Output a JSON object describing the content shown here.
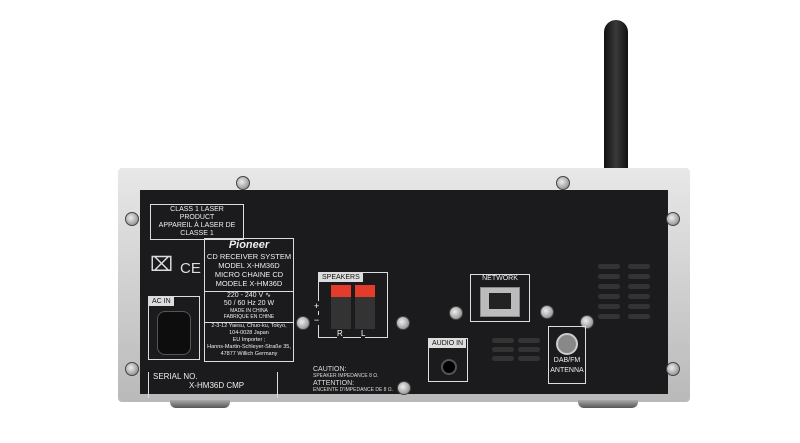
{
  "laser": {
    "line1": "CLASS 1 LASER PRODUCT",
    "line2": "APPAREIL À LASER DE CLASSE 1"
  },
  "brand": "Pioneer",
  "model": {
    "l1": "CD RECEIVER SYSTEM",
    "l2": "MODEL  X-HM36D",
    "l3": "MICRO CHAINE CD",
    "l4": "MODELE  X-HM36D"
  },
  "power": {
    "voltage": "220 - 240 V ∿",
    "freq": "50 / 60 Hz  20 W",
    "made1": "MADE IN CHINA",
    "made2": "FABRIQUE EN CHINE"
  },
  "address": {
    "a1": "2-3-12 Yaesu, Chuo-ku, Tokyo,",
    "a2": "104-0028 Japan",
    "a3": "EU Importer ;",
    "a4": "Hanns-Martin-Schleyer-Straße 35,",
    "a5": "47877 Willich Germany"
  },
  "ce": "CE",
  "ac_in": "AC IN",
  "serial": {
    "label": "SERIAL NO.",
    "value": "X-HM36D CMP"
  },
  "speakers": {
    "label": "SPEAKERS",
    "plus": "+",
    "minus": "−",
    "r": "R",
    "l": "L"
  },
  "caution": {
    "c1": "CAUTION:",
    "c2": "SPEAKER IMPEDANCE 8 Ω.",
    "c3": "ATTENTION:",
    "c4": "ENCEINTE D'IMPEDANCE DE 8 Ω."
  },
  "network": "NETWORK",
  "audio_in": "AUDIO IN",
  "antenna": {
    "type": "DAB/FM",
    "label": "ANTENNA"
  }
}
